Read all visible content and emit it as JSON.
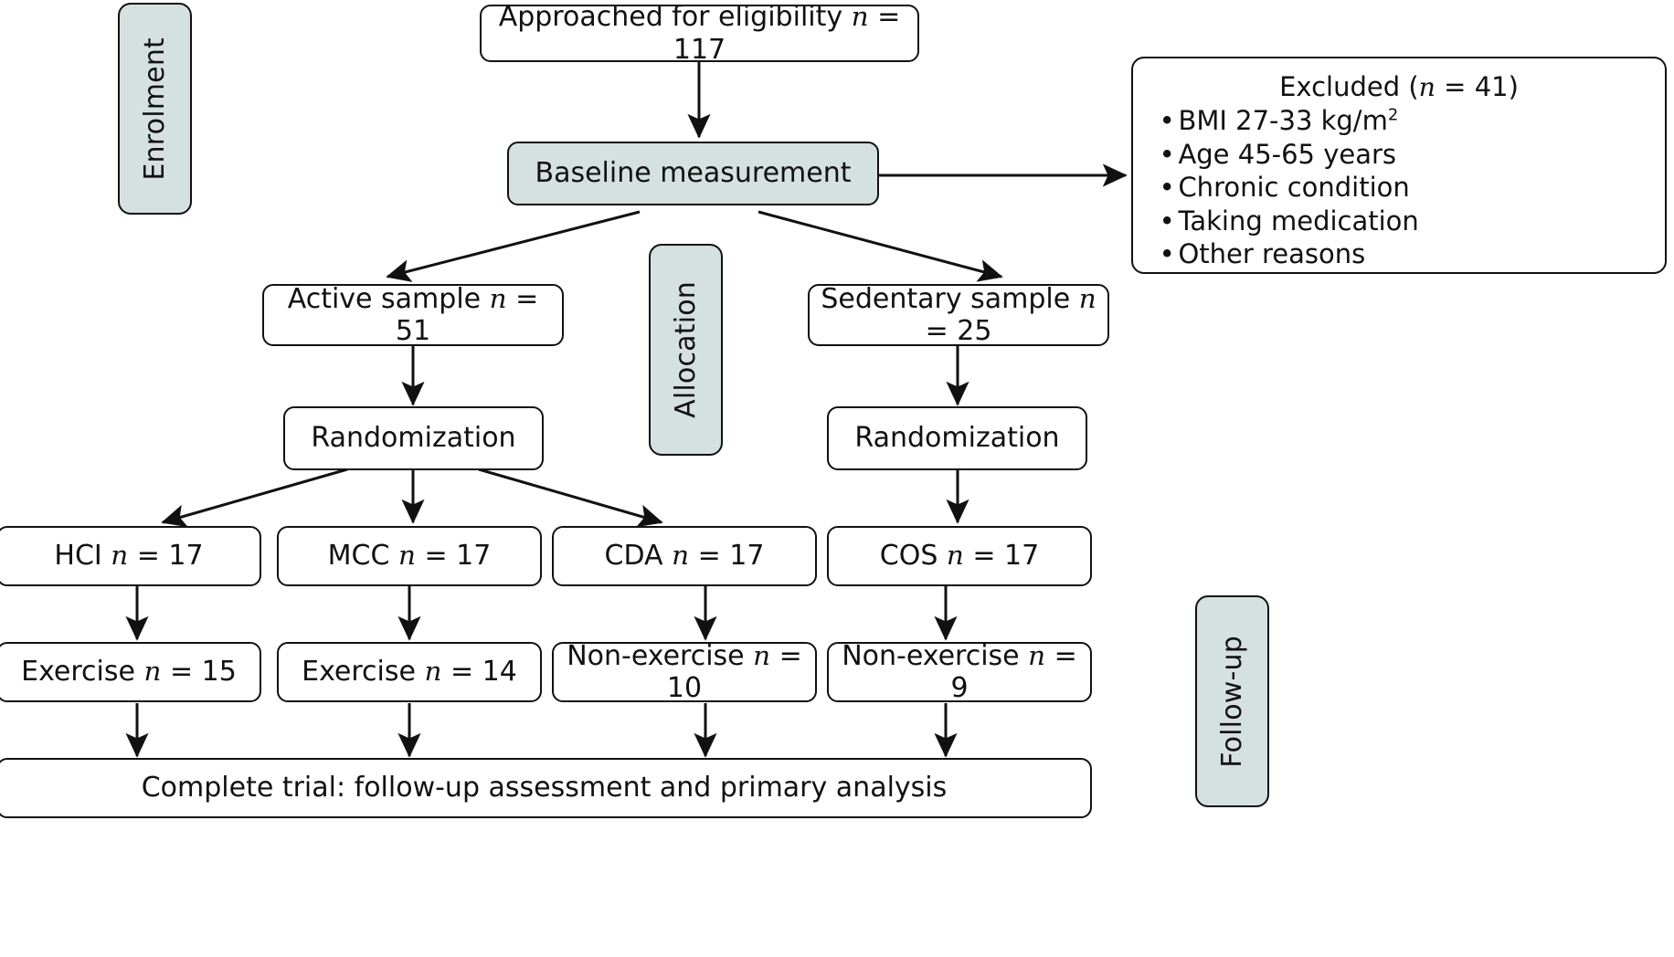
{
  "diagram": {
    "title": "CONSORT participant flow diagram",
    "colors": {
      "shaded_fill": "#d5e0e0",
      "box_fill": "#ffffff",
      "stroke": "#111111"
    },
    "phases": [
      {
        "id": "enrolment",
        "label": "Enrolment"
      },
      {
        "id": "allocation",
        "label": "Allocation"
      },
      {
        "id": "followup",
        "label": "Follow-up"
      }
    ],
    "nodes": {
      "approached": {
        "text_pre": "Approached for eligibility ",
        "n_symbol": "n",
        "text_post": " = 117",
        "shaded": false
      },
      "baseline": {
        "text_pre": "Baseline measurement",
        "n_symbol": "",
        "text_post": "",
        "shaded": true
      },
      "active": {
        "text_pre": "Active sample ",
        "n_symbol": "n",
        "text_post": " = 51",
        "shaded": false
      },
      "sedentary": {
        "text_pre": "Sedentary sample ",
        "n_symbol": "n",
        "text_post": " = 25",
        "shaded": false
      },
      "rand_left": {
        "text_pre": "Randomization",
        "n_symbol": "",
        "text_post": "",
        "shaded": false
      },
      "rand_right": {
        "text_pre": "Randomization",
        "n_symbol": "",
        "text_post": "",
        "shaded": false
      },
      "hci": {
        "text_pre": "HCI ",
        "n_symbol": "n",
        "text_post": " = 17",
        "shaded": false
      },
      "mcc": {
        "text_pre": "MCC ",
        "n_symbol": "n",
        "text_post": " = 17",
        "shaded": false
      },
      "cda": {
        "text_pre": "CDA ",
        "n_symbol": "n",
        "text_post": " = 17",
        "shaded": false
      },
      "cos": {
        "text_pre": "COS ",
        "n_symbol": "n",
        "text_post": " = 17",
        "shaded": false
      },
      "ex_hci": {
        "text_pre": "Exercise ",
        "n_symbol": "n",
        "text_post": " = 15",
        "shaded": false
      },
      "ex_mcc": {
        "text_pre": "Exercise ",
        "n_symbol": "n",
        "text_post": " = 14",
        "shaded": false
      },
      "nex_cda": {
        "text_pre": "Non-exercise ",
        "n_symbol": "n",
        "text_post": " = 10",
        "shaded": false
      },
      "nex_cos": {
        "text_pre": "Non-exercise ",
        "n_symbol": "n",
        "text_post": " = 9",
        "shaded": false
      },
      "complete": {
        "text_pre": "Complete trial: follow-up assessment and primary analysis",
        "n_symbol": "",
        "text_post": "",
        "shaded": false
      }
    },
    "excluded": {
      "heading_pre": "Excluded (",
      "heading_n": "n",
      "heading_post": " = 41)",
      "items": [
        {
          "text": "BMI 27-33 kg/m",
          "sup": "2"
        },
        {
          "text": "Age 45-65 years",
          "sup": ""
        },
        {
          "text": "Chronic condition",
          "sup": ""
        },
        {
          "text": "Taking medication",
          "sup": ""
        },
        {
          "text": "Other reasons",
          "sup": ""
        }
      ]
    }
  }
}
